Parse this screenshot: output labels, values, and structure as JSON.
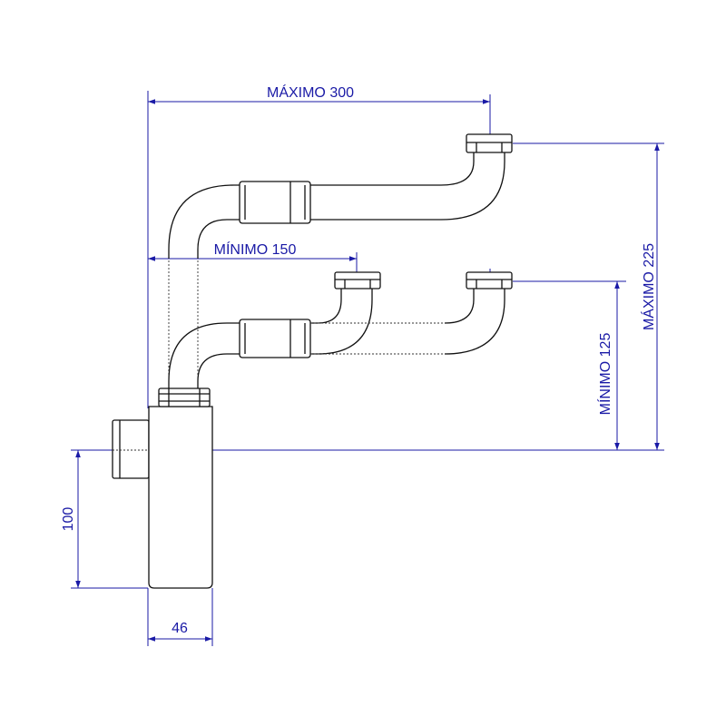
{
  "dimensions": {
    "max_width": "MÁXIMO 300",
    "min_width": "MÍNIMO 150",
    "max_height": "MÁXIMO 225",
    "min_height": "MÍNIMO 125",
    "outlet_height": "100",
    "body_width": "46"
  },
  "colors": {
    "dimension": "#1a1aa6",
    "outline": "#111111"
  }
}
